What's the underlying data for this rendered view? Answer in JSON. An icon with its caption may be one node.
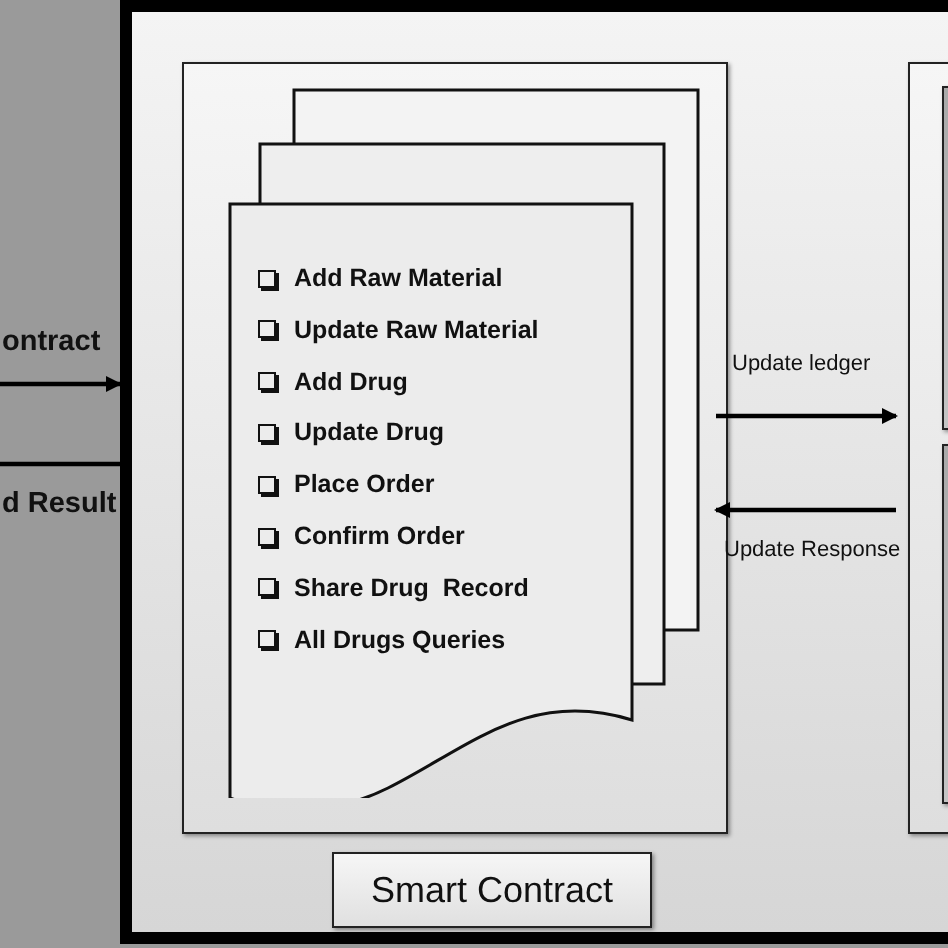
{
  "diagram": {
    "nodes": [
      {
        "text": [],
        "shape": "box"
      },
      {
        "text": [],
        "shape": "box",
        "in": 0
      },
      {
        "text": [
          "Add Raw Material",
          "Update Raw Material",
          "Add Drug",
          "Update Drug",
          "Place Order",
          "Confirm Order",
          "Share Drug  Record",
          "All Drugs Queries"
        ],
        "in": 1
      },
      {
        "text": [
          "Smart Contract"
        ],
        "in": 0
      },
      {
        "text": [],
        "shape": "box",
        "in": 0
      },
      {
        "text": [],
        "shape": "box",
        "in": 4
      },
      {
        "text": [],
        "shape": "box",
        "in": 4
      }
    ],
    "edges": [
      {
        "from": 1,
        "to": 4,
        "arrow": "to",
        "label": "Update ledger"
      },
      {
        "from": 4,
        "to": 1,
        "arrow": "to",
        "label": "Update Response"
      },
      {
        "from": null,
        "to": 0,
        "arrow": "to",
        "label": "ontract"
      },
      {
        "from": 0,
        "to": null,
        "arrow": "none",
        "label": "d Result"
      }
    ]
  }
}
